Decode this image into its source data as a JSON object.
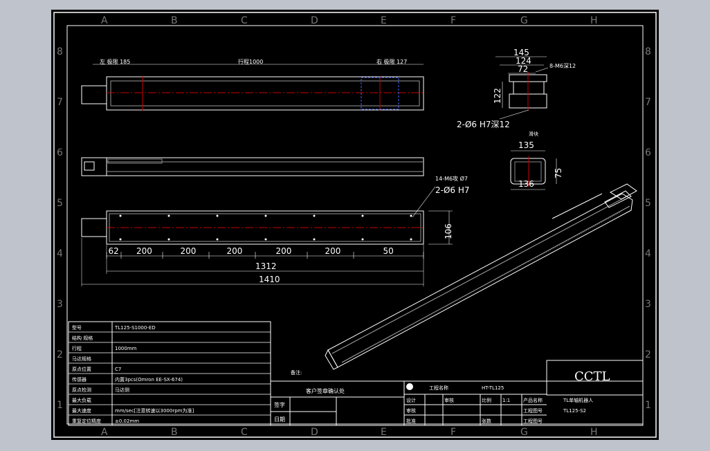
{
  "grid": {
    "cols": [
      "A",
      "B",
      "C",
      "D",
      "E",
      "F",
      "G",
      "H"
    ],
    "rows": [
      "8",
      "7",
      "6",
      "5",
      "4",
      "3",
      "2",
      "1"
    ]
  },
  "top_view": {
    "left_limit": "左 极限 185",
    "stroke": "行程1000",
    "right_limit": "右 极限 127"
  },
  "front_view": {
    "hole_note": "14-M6攻 Ø7",
    "pin_note": "2-Ø6 H7",
    "height": "106",
    "dims": [
      "62",
      "200",
      "200",
      "200",
      "200",
      "200",
      "50"
    ],
    "len1": "1312",
    "len2": "1410"
  },
  "end_view": {
    "d145": "145",
    "d124": "124",
    "d72": "72",
    "screw": "8-M6深12",
    "h122": "122",
    "pin": "2-Ø6 H7深12",
    "note": "滑块"
  },
  "section": {
    "d135": "135",
    "d136": "136",
    "d75": "75"
  },
  "spec_table": [
    {
      "k": "型号",
      "v": "TL125-S1000-ED"
    },
    {
      "k": "结构  规格",
      "v": ""
    },
    {
      "k": "行程",
      "v": "1000mm"
    },
    {
      "k": "马达规格",
      "v": ""
    },
    {
      "k": "原点位置",
      "v": "C7"
    },
    {
      "k": "传感器",
      "v": "内置3pcs(Omron EE-SX-674)"
    },
    {
      "k": "原点检测",
      "v": "马达侧"
    },
    {
      "k": "最大负载",
      "v": ""
    },
    {
      "k": "最大速度",
      "v": "mm/sec[注意转速以3000rpm为准]"
    },
    {
      "k": "重复定位精度",
      "v": "±0.02mm"
    }
  ],
  "confirm": {
    "title": "客户签章确认处",
    "sign": "签字",
    "date": "日期",
    "remark": "备注:"
  },
  "title_block": {
    "project_label": "工程名称",
    "project": "HT-TL125",
    "design": "设计",
    "check": "审核",
    "review": "审核",
    "approve": "批准",
    "scale_label": "比例",
    "scale": "1:1",
    "name_label": "产品名称",
    "name": "TL单轴机器人",
    "date_label": "工程图号",
    "drawing_no": "TL125-S2",
    "page_label": "张数",
    "page_label2": "工程图号",
    "company": "CCTL"
  }
}
